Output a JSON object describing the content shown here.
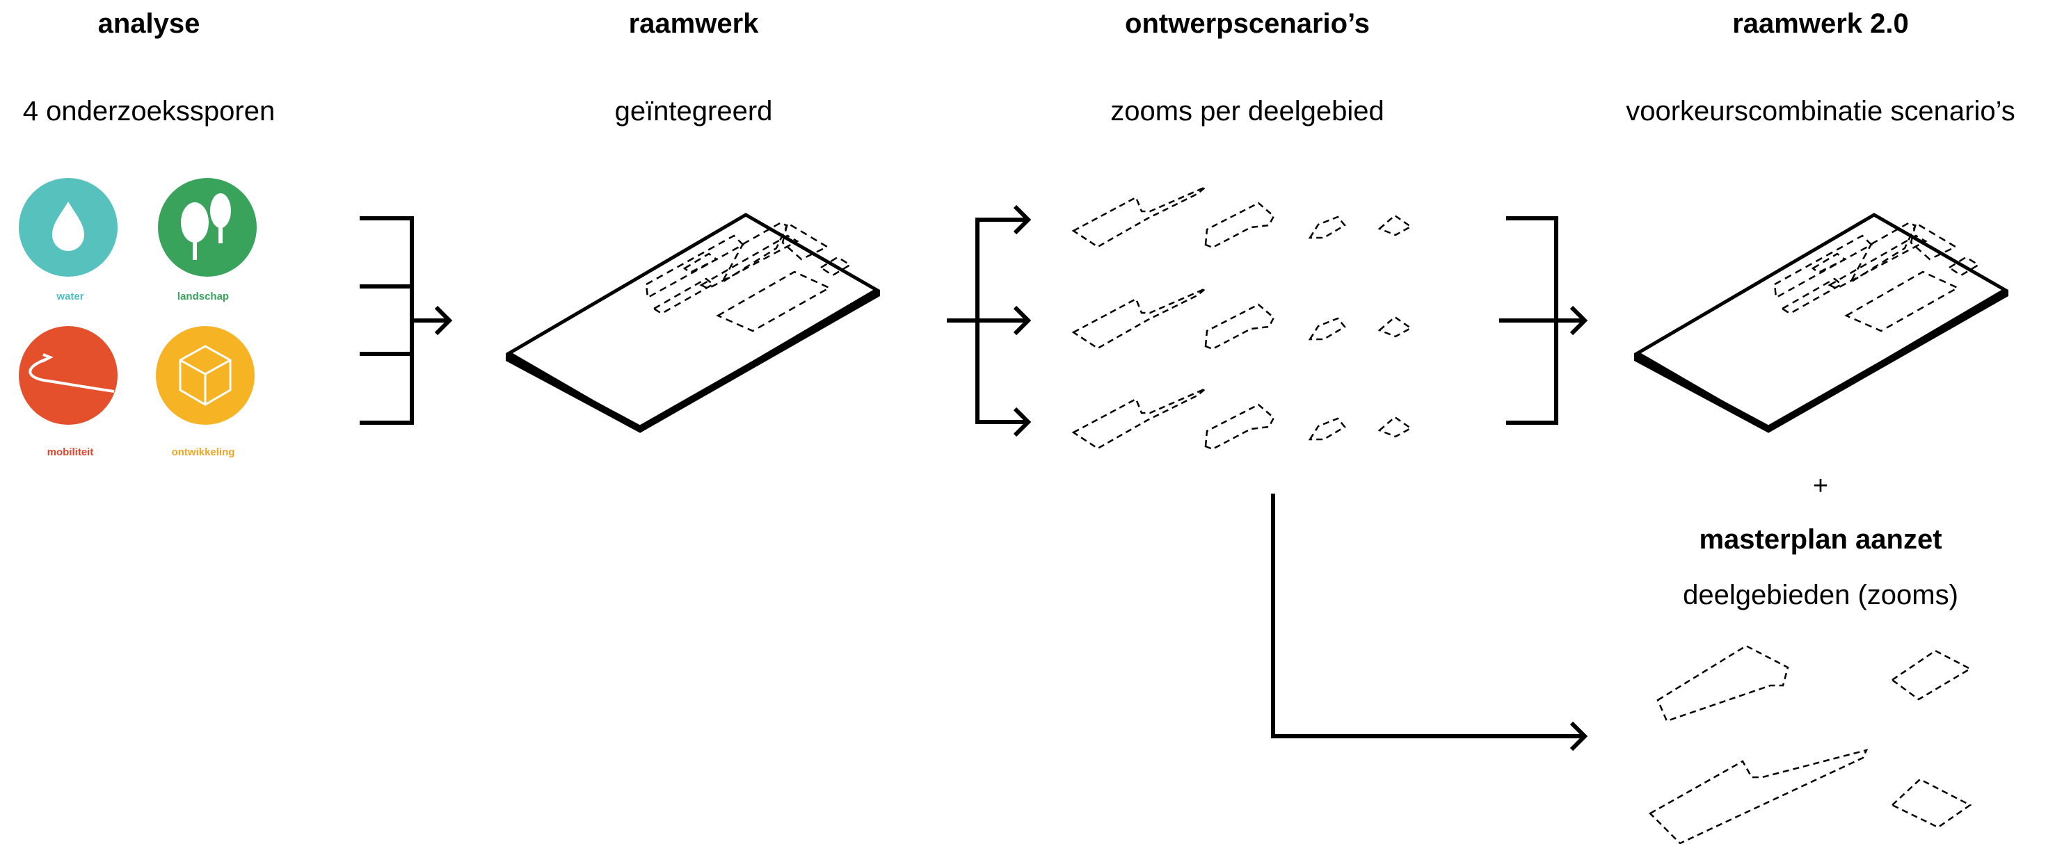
{
  "columns": [
    {
      "title": "analyse",
      "subtitle": "4 onderzoekssporen"
    },
    {
      "title": "raamwerk",
      "subtitle": "geïntegreerd"
    },
    {
      "title": "ontwerpscenario’s",
      "subtitle": "zooms per deelgebied"
    },
    {
      "title": "raamwerk 2.0",
      "subtitle": "voorkeurscombinatie scenario’s"
    }
  ],
  "plus": "+",
  "masterplan": {
    "title": "masterplan aanzet",
    "subtitle": "deelgebieden (zooms)"
  },
  "analysis_icons": [
    {
      "label": "water",
      "icon": "water-drop-icon",
      "color": "#57C1BE",
      "label_color": "#4FBFC0"
    },
    {
      "label": "landschap",
      "icon": "trees-icon",
      "color": "#3AA35B",
      "label_color": "#3AA35B"
    },
    {
      "label": "mobiliteit",
      "icon": "road-icon",
      "color": "#E5502C",
      "label_color": "#E2452B"
    },
    {
      "label": "ontwikkeling",
      "icon": "cube-icon",
      "color": "#F6B323",
      "label_color": "#F3A623"
    }
  ]
}
